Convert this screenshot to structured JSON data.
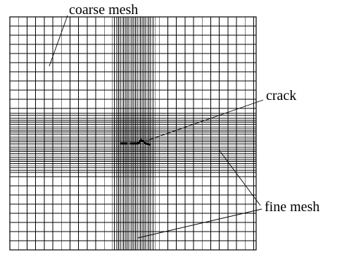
{
  "labels": {
    "coarse": "coarse mesh",
    "crack": "crack",
    "fine": "fine mesh"
  },
  "colors": {
    "line": "#000000",
    "background": "#ffffff"
  }
}
